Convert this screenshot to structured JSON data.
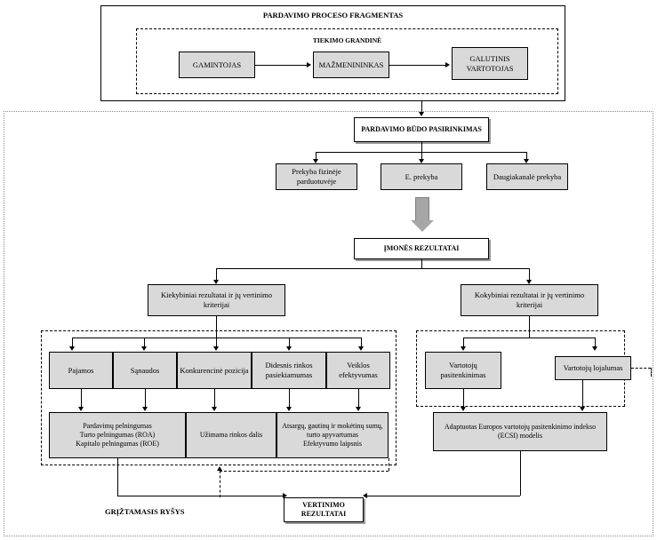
{
  "diagram": {
    "title": "PARDAVIMO PROCESO FRAGMENTAS",
    "supply_chain_title": "TIEKIMO GRANDINĖ",
    "supply_chain": [
      {
        "label": "GAMINTOJAS"
      },
      {
        "label": "MAŽMENININKAS"
      },
      {
        "label": "GALUTINIS VARTOTOJAS"
      }
    ],
    "sales_channel_choice": "PARDAVIMO BŪDO PASIRINKIMAS",
    "channels": [
      {
        "label": "Prekyba fizinėje parduotuvėje"
      },
      {
        "label": "E. prekyba"
      },
      {
        "label": "Daugiakanalė prekyba"
      }
    ],
    "process_arrow_label": "",
    "results_node": "ĮMONĖS REZULTATAI",
    "result_types": [
      {
        "label": "Kiekybiniai rezultatai ir jų vertinimo kriterijai"
      },
      {
        "label": "Kokybiniai rezultatai ir jų vertinimo kriterijai"
      }
    ],
    "quantitative_criteria": [
      {
        "label": "Pajamos"
      },
      {
        "label": "Sąnaudos"
      },
      {
        "label": "Konkurencinė pozicija"
      },
      {
        "label": "Didesnis rinkos pasiekiamumas"
      },
      {
        "label": "Veiklos efektyvumas"
      }
    ],
    "qualitative_criteria": [
      {
        "label": "Vartotojų pasitenkinimas"
      },
      {
        "label": "Vartotojų lojalumas"
      }
    ],
    "quantitative_metrics": [
      {
        "label": "Pardavimų pelningumas\nTurto pelningumas (ROA)\nKapitalo pelningumas (ROE)"
      },
      {
        "label": "Užimama rinkos dalis"
      },
      {
        "label": "Atsargų, gautinų ir mokėtinų sumų, turto apyvartumas\nEfektyvumo laipsnis"
      }
    ],
    "qualitative_metric": "Adaptuotas Europos vartotojų pasitenkinimo indekso (ECSI) modelis",
    "evaluation_result": "VERTINIMO REZULTATAI",
    "feedback_label": "GRĮŽTAMASIS RYŠYS",
    "colors": {
      "box_fill": "#d9d9d9",
      "arrow_fill": "#a6a6a6",
      "line": "#000000",
      "dotted_line": "#8c8c8c"
    }
  }
}
